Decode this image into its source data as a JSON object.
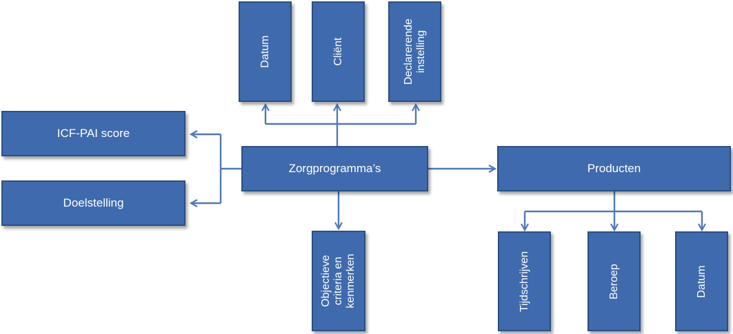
{
  "nodes": {
    "zorgprogrammas": "Zorgprogramma’s",
    "datum_top": "Datum",
    "client": "Cliënt",
    "declarerende_instelling": "Declarerende\ninstelling",
    "icf_pai_score": "ICF-PAI score",
    "doelstelling": "Doelstelling",
    "objectieve_criteria": "Objectieve\ncriteria en\nkenmerken",
    "producten": "Producten",
    "tijdschrijven": "Tijdschrijven",
    "beroep": "Beroep",
    "datum_bottom": "Datum"
  },
  "colors": {
    "box_fill": "#3f6aad",
    "box_border": "#2a4f82",
    "connector": "#4f78b8",
    "text": "#ffffff"
  }
}
